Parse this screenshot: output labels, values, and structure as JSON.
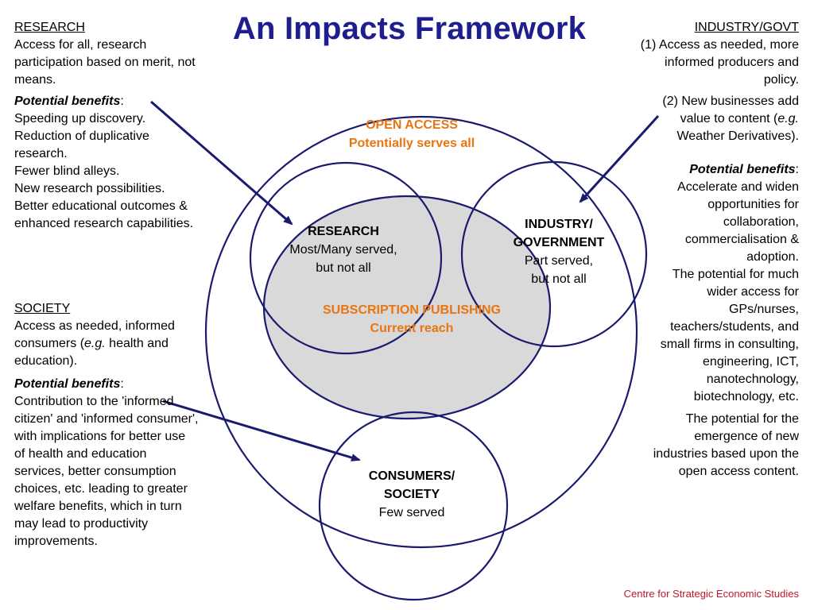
{
  "title": "An Impacts Framework",
  "left": {
    "research": {
      "heading": "RESEARCH",
      "text": "Access for all, research participation based on merit, not means.",
      "benefits_label": "Potential benefits",
      "benefits_colon": ":",
      "benefits": [
        "Speeding up discovery.",
        "Reduction of duplicative research.",
        "Fewer blind alleys.",
        "New research possibilities.",
        "Better educational outcomes & enhanced research capabilities."
      ]
    },
    "society": {
      "heading": "SOCIETY",
      "text_a": "Access as needed, informed consumers (",
      "text_eg": "e.g.",
      "text_b": " health and education).",
      "benefits_label": "Potential benefits",
      "benefits_colon": ":",
      "benefits_text": "Contribution to the 'informed citizen' and 'informed consumer', with implications for better use of health and education services, better consumption choices, etc. leading to greater welfare benefits, which in turn may lead to productivity improvements."
    }
  },
  "right": {
    "heading": "INDUSTRY/GOVT",
    "point1": "(1) Access as needed, more informed producers and policy.",
    "point2_a": "(2) New businesses add value to content (",
    "point2_eg": "e.g.",
    "point2_b": " Weather Derivatives).",
    "benefits_label": "Potential benefits",
    "benefits_colon": ":",
    "benefits_1": "Accelerate and widen opportunities for collaboration, commercialisation & adoption.",
    "benefits_2": "The potential for much wider access for GPs/nurses, teachers/students, and small firms in consulting, engineering, ICT, nanotechnology, biotechnology, etc.",
    "closing": "The potential for the emergence of new industries based upon the open access content."
  },
  "circles": {
    "open_access": {
      "line1": "OPEN ACCESS",
      "line2": "Potentially serves all"
    },
    "subscription": {
      "line1": "SUBSCRIPTION PUBLISHING",
      "line2": "Current reach"
    },
    "research": {
      "line1": "RESEARCH",
      "line2": "Most/Many served,",
      "line3": "but not all"
    },
    "industry": {
      "line1": "INDUSTRY/",
      "line2": "GOVERNMENT",
      "line3": "Part served,",
      "line4": "but not all"
    },
    "consumers": {
      "line1": "CONSUMERS/",
      "line2": "SOCIETY",
      "line3": "Few served"
    }
  },
  "footer": "Centre for Strategic Economic Studies",
  "colors": {
    "title": "#1e1e8c",
    "circle_stroke": "#1a1a6e",
    "arrow": "#1a1a6e",
    "subscription_fill": "#d9d9d9",
    "orange": "#e87511",
    "footer": "#c0182a"
  }
}
